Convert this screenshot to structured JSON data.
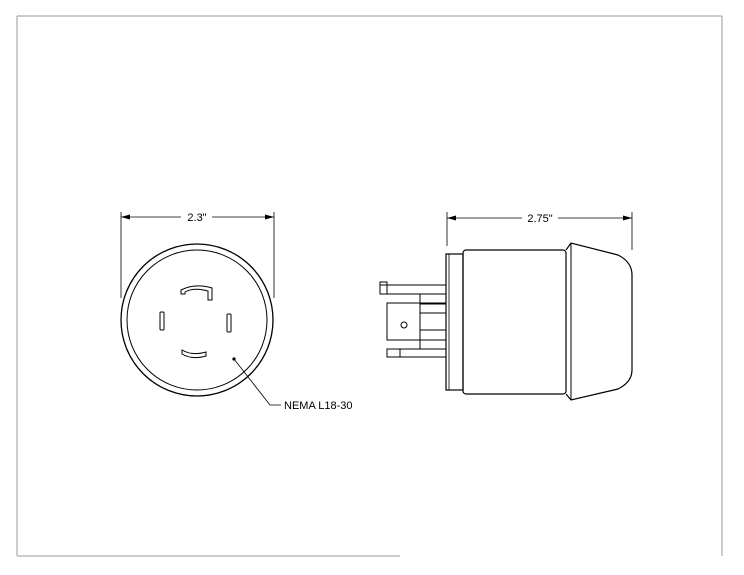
{
  "front_view": {
    "width_dimension": "2.3\"",
    "callout_label": "NEMA L18-30"
  },
  "side_view": {
    "length_dimension": "2.75\""
  },
  "colors": {
    "line": "#000000",
    "sheet_border": "#9a9a9a",
    "background": "#ffffff"
  }
}
